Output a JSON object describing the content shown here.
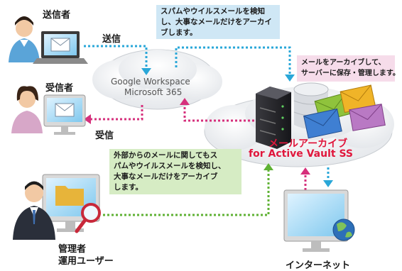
{
  "labels": {
    "sender": "送信者",
    "recipient": "受信者",
    "send": "送信",
    "receive": "受信",
    "admin_line1": "管理者",
    "admin_line2": "運用ユーザー",
    "internet": "インターネット",
    "cloud_line1": "Google Workspace",
    "cloud_line2": "Microsoft 365",
    "product_line1": "メールアーカイブ",
    "product_line2": "for Active Vault SS"
  },
  "notes": {
    "top": [
      "スパムやウイルスメールを検知",
      "し、大事なメールだけをアーカイ",
      "ブします。"
    ],
    "right": [
      "メールをアーカイブして、",
      "サーバーに保存・管理します。"
    ],
    "middle": [
      "外部からのメールに関してもス",
      "パムやウイルスメールを検知し、",
      "大事なメールだけをアーカイブ",
      "します。"
    ]
  },
  "colors": {
    "blue_flow": "#2aa7d8",
    "pink_flow": "#d6307c",
    "green_flow": "#5fb234",
    "product_red": "#e0173c",
    "note_blue": "#cfe7f5",
    "note_pink": "#f6dcea",
    "note_green": "#d6ecc4"
  }
}
